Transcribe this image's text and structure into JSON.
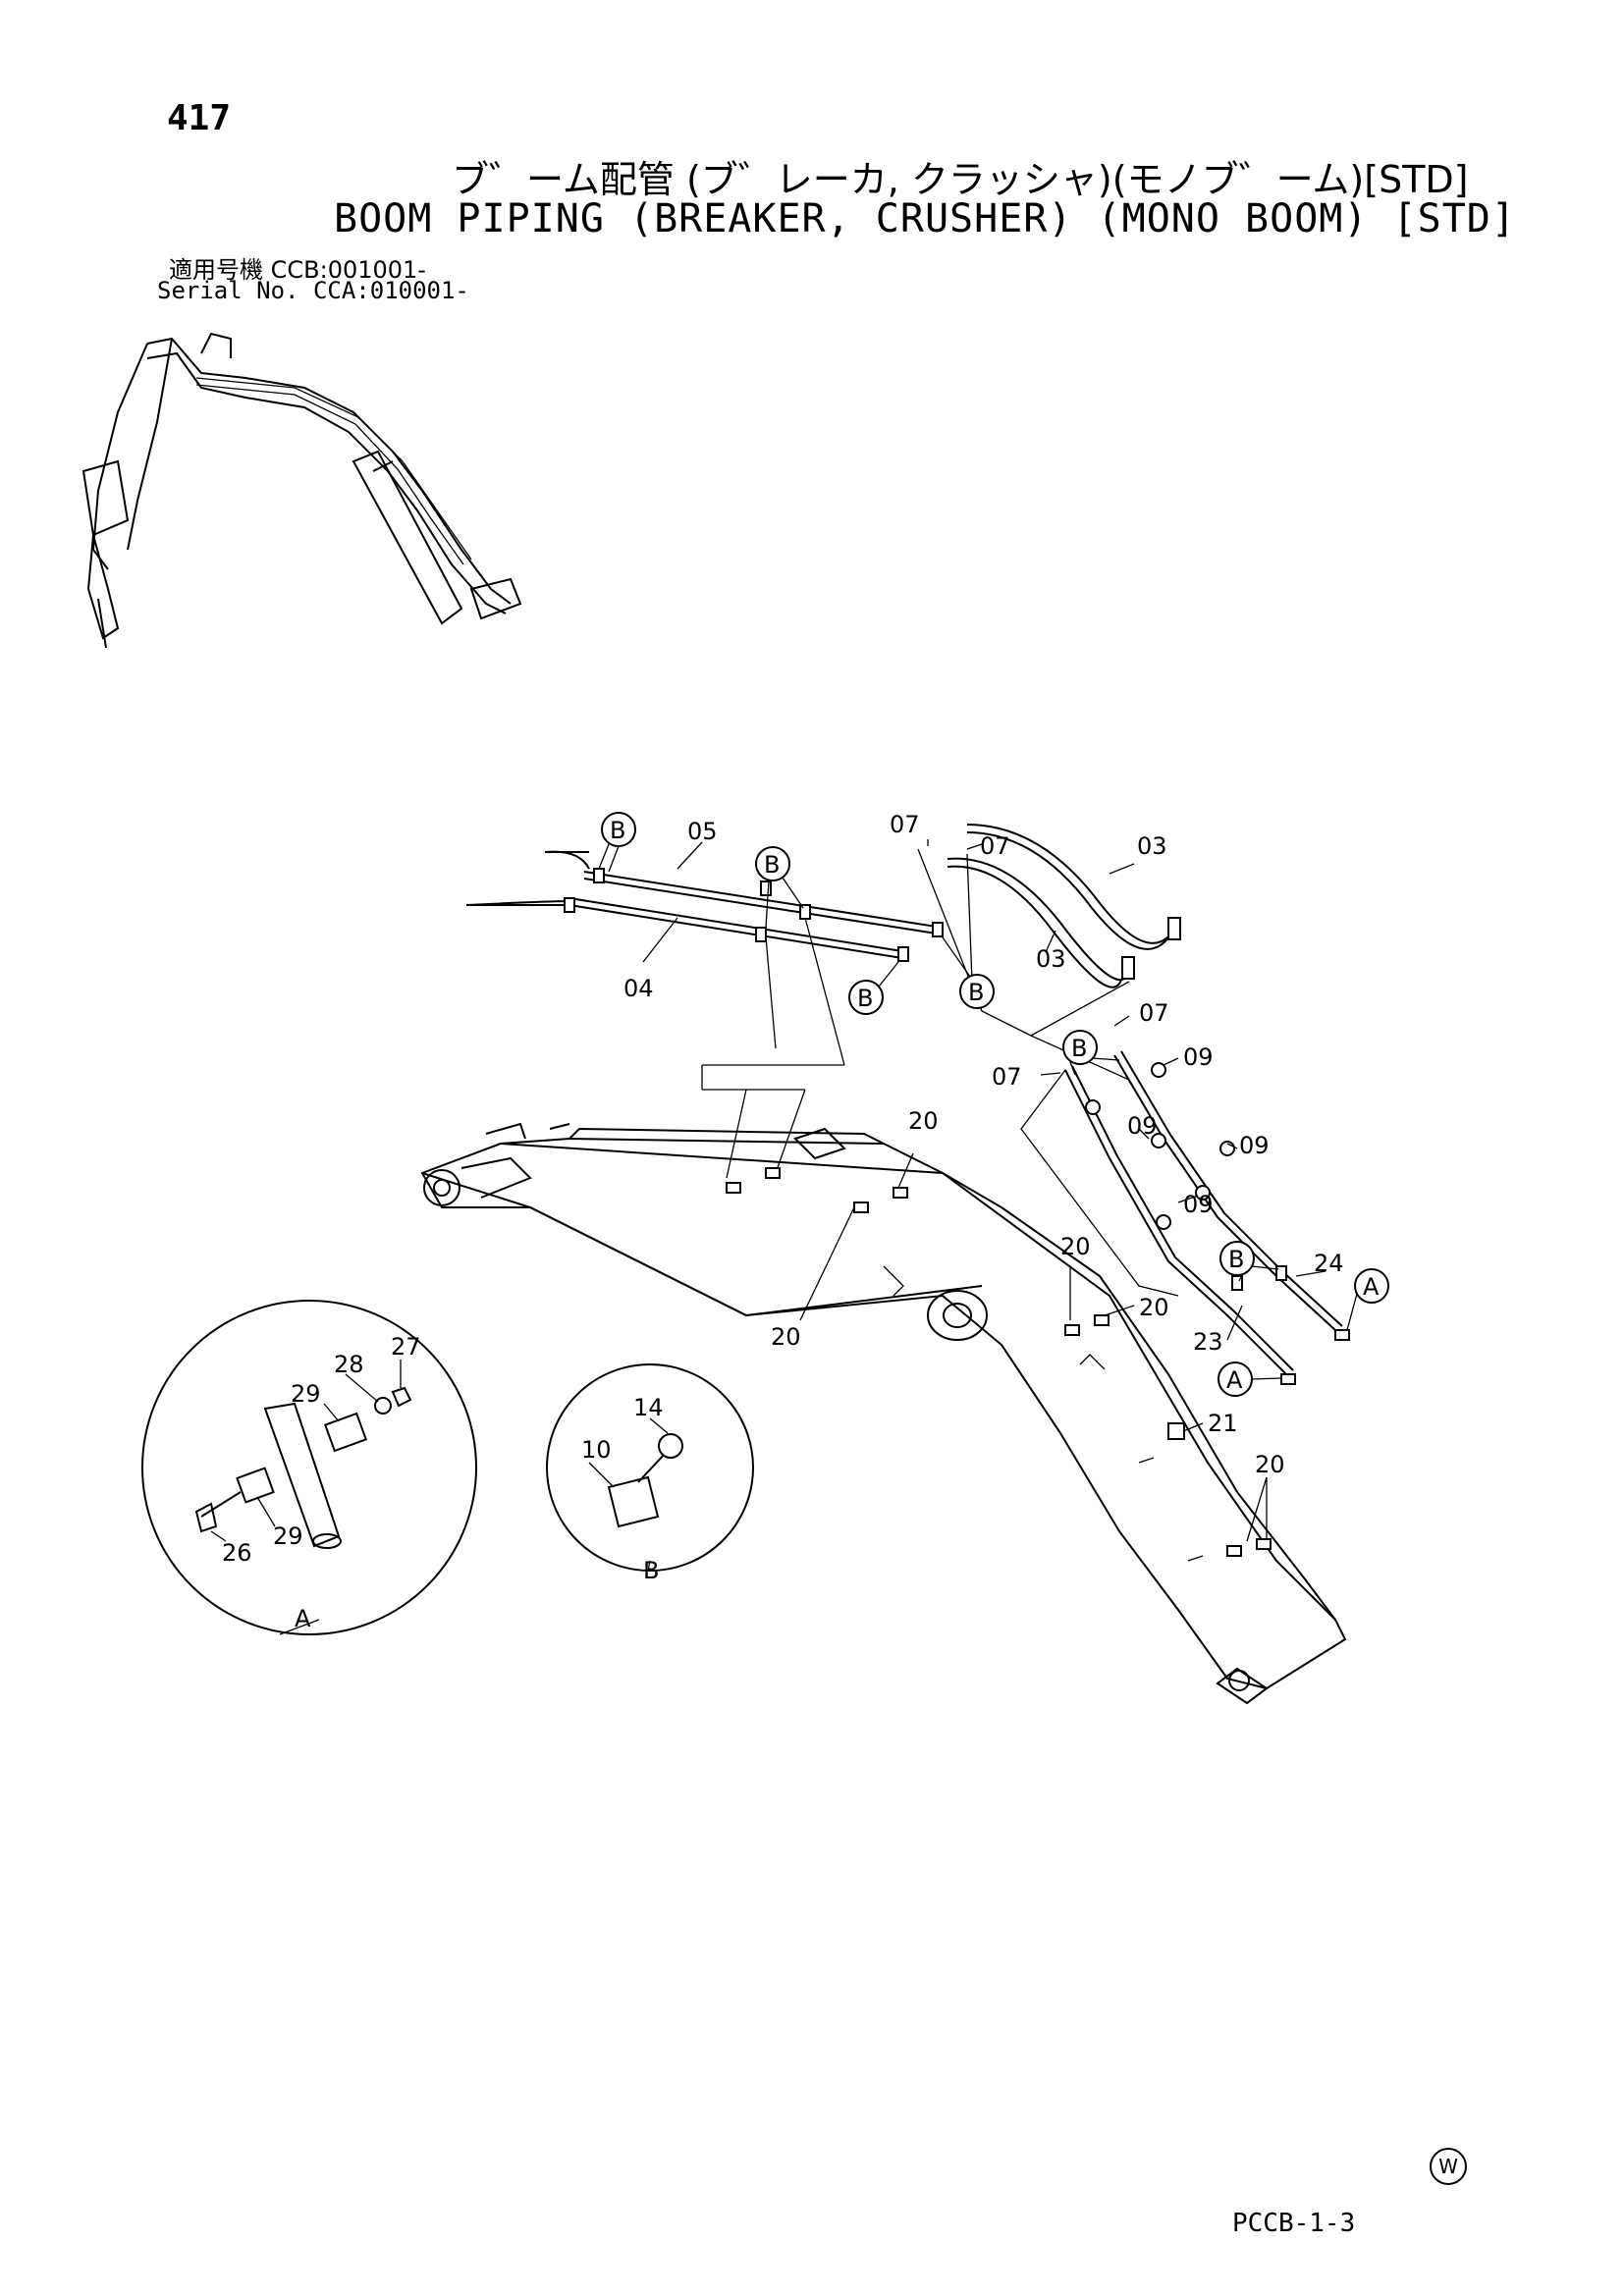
{
  "page": {
    "number": "417",
    "title_jp": "ブ゛ーム配管 (ブ゛レーカ, クラッシャ)(モノブ゛ーム)[STD]",
    "title_en": "BOOM PIPING (BREAKER, CRUSHER) (MONO BOOM) [STD]",
    "applicability_jp": "適用号機  CCB:001001-",
    "serial_en": "Serial No. CCA:010001-",
    "page_code": "PCCB-1-3",
    "corner_mark": "W"
  },
  "labels": {
    "p05": "05",
    "p04": "04",
    "p07a": "07",
    "p07b": "07",
    "p03a": "03",
    "p03b": "03",
    "p07c": "07",
    "p07d": "07",
    "p09a": "09",
    "p09b": "09",
    "p09c": "09",
    "p09d": "09",
    "p20a": "20",
    "p20b": "20",
    "p20c": "20",
    "p20d": "20",
    "p20e": "20",
    "p24": "24",
    "p23": "23",
    "p21": "21",
    "p27": "27",
    "p28": "28",
    "p29a": "29",
    "p29b": "29",
    "p26": "26",
    "p14": "14",
    "p10": "10",
    "detailA": "A",
    "detailB": "B"
  },
  "callouts": {
    "b1": "B",
    "b2": "B",
    "b3": "B",
    "b4": "B",
    "b5": "B",
    "b6": "B",
    "a1": "A",
    "a2": "A"
  }
}
